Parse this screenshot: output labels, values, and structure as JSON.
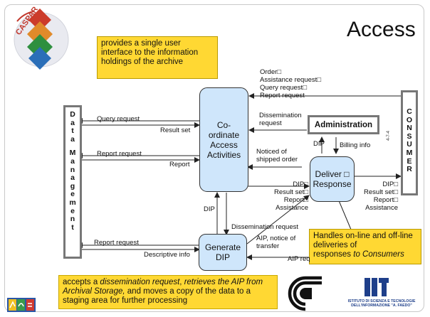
{
  "slide": {
    "title": "Access",
    "logo_text": "CASPAR",
    "footer_logo": "ISTITUTO DI SCIENZA E TECNOLOGIE DELL'INFORMAZIONE \"A. FAEDO\"",
    "page_marker": "4-7-4"
  },
  "callouts": {
    "top": "provides a single user interface to the information holdings of the archive",
    "right_lines": [
      "Handles on-line and off-line deliveries of",
      "responses "
    ],
    "right_italic": "to Consumers",
    "bottom_parts": [
      {
        "t": "accepts a ",
        "i": false
      },
      {
        "t": "dissemination request",
        "i": true
      },
      {
        "t": ", ",
        "i": false
      },
      {
        "t": "retrieves the AIP from Archival Storage,",
        "i": true
      },
      {
        "t": " and moves a copy of the data to a staging area for further processing",
        "i": false
      }
    ]
  },
  "boxes": {
    "coordinate": "Co-ordinate Access Activities",
    "deliver": "Deliver □ Response",
    "generate": "Generate DIP",
    "administration": "Administration",
    "data_management": {
      "word1": [
        "D",
        "a",
        "t",
        "a"
      ],
      "word2": [
        "M",
        "a",
        "n",
        "a",
        "g",
        "e",
        "m",
        "e",
        "n",
        "t"
      ]
    },
    "consumer": [
      "C",
      "O",
      "N",
      "S",
      "U",
      "M",
      "E",
      "R"
    ]
  },
  "labels": {
    "consumer_requests": [
      "Order□",
      "Assistance request□",
      "Query request□",
      "Report request"
    ],
    "dissemination_request_top": "Dissemination request",
    "query_request": "Query request",
    "result_set": "Result set",
    "report_request_left": "Report request",
    "report": "Report",
    "noticed_shipped": "Noticed of shipped order",
    "dip_admin": "DIP",
    "billing_info": "Billing info",
    "deliver_in": [
      "DIP□",
      "Result set□",
      "Report□",
      "Assistance"
    ],
    "deliver_out": [
      "DIP□",
      "Result set□",
      "Report□",
      "Assistance"
    ],
    "dip_vertical": "DIP",
    "dissemination_request_mid": "Dissemination request",
    "aip_notice": "AIP, notice of transfer",
    "aip_request": "AIP req",
    "report_request_bottom": "Report request",
    "descriptive_info": "Descriptive info"
  }
}
